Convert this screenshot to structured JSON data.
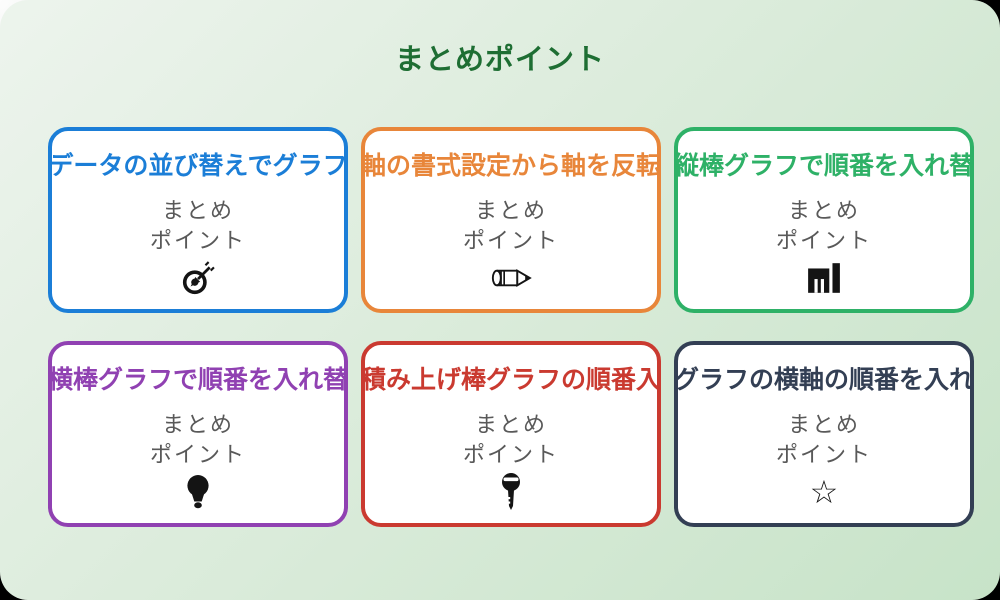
{
  "header": {
    "title": "まとめポイント",
    "color": "#1e6e33"
  },
  "summary_label": {
    "line1": "まとめ",
    "line2": "ポイント"
  },
  "cards": [
    {
      "title": "データの並び替えでグラフ",
      "accent": "#1b7ed7",
      "icon": "dart-target-icon"
    },
    {
      "title": "軸の書式設定から軸を反転",
      "accent": "#e8863a",
      "icon": "pencil-icon"
    },
    {
      "title": "縦棒グラフで順番を入れ替",
      "accent": "#2eb167",
      "icon": "bar-chart-icon"
    },
    {
      "title": "横棒グラフで順番を入れ替",
      "accent": "#9041b2",
      "icon": "lightbulb-icon"
    },
    {
      "title": "積み上げ棒グラフの順番入",
      "accent": "#ca3a30",
      "icon": "key-icon"
    },
    {
      "title": "グラフの横軸の順番を入れ",
      "accent": "#333f54",
      "icon": "star-icon"
    }
  ],
  "glyphs": {
    "star": "☆"
  }
}
